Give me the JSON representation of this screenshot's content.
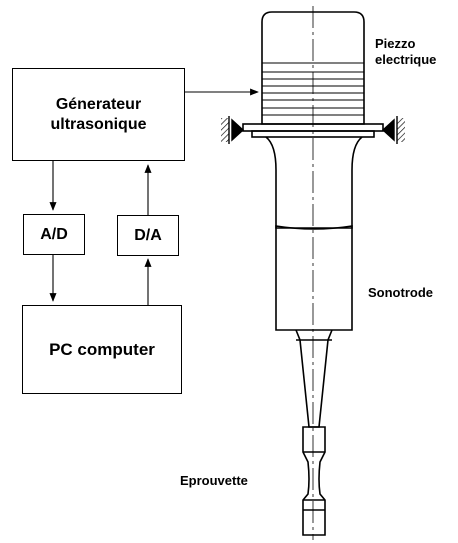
{
  "blocks": {
    "generator_line1": "Génerateur",
    "generator_line2": "ultrasonique",
    "ad": "A/D",
    "da": "D/A",
    "pc": "PC computer"
  },
  "labels": {
    "piezzo_line1": "Piezzo",
    "piezzo_line2": "electrique",
    "sonotrode": "Sonotrode",
    "eprouvette": "Eprouvette"
  }
}
